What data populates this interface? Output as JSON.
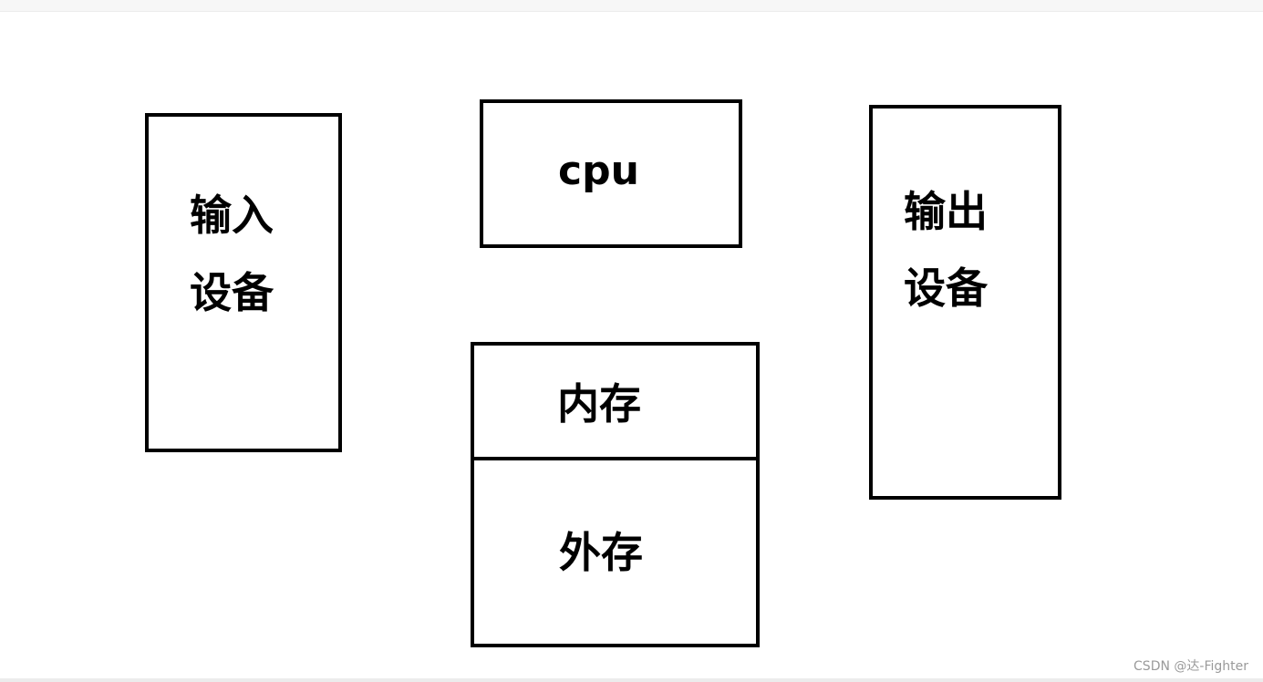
{
  "diagram": {
    "input_device": {
      "line1": "输入",
      "line2": "设备"
    },
    "cpu": {
      "label": "cpu"
    },
    "output_device": {
      "line1": "输出",
      "line2": "设备"
    },
    "memory": {
      "main_label": "内存",
      "external_label": "外存"
    }
  },
  "watermark": "CSDN @达-Fighter",
  "colors": {
    "stroke": "#000000",
    "background": "#ffffff",
    "watermark": "#9a9a9a"
  }
}
